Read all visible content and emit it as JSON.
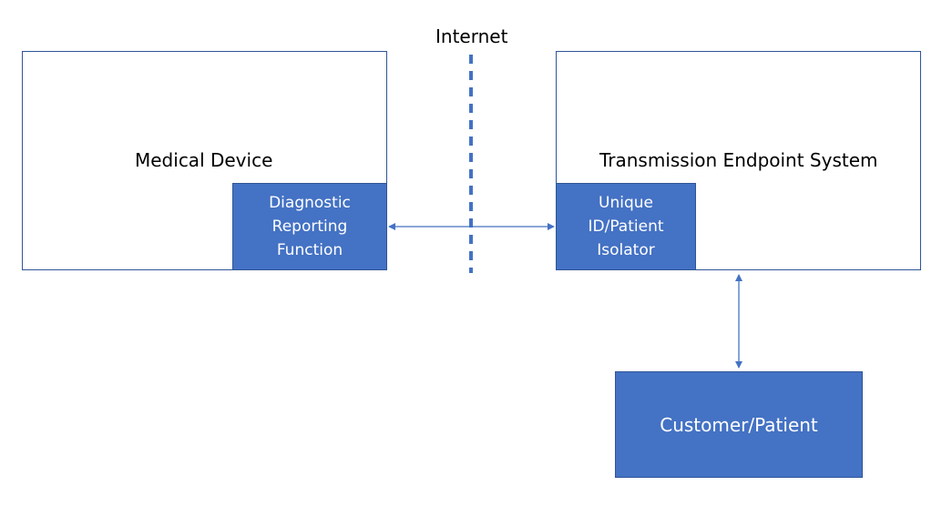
{
  "diagram": {
    "internet_label": "Internet",
    "medical_device": {
      "title": "Medical Device",
      "component": "Diagnostic\nReporting\nFunction"
    },
    "endpoint_system": {
      "title": "Transmission Endpoint System",
      "component": "Unique\nID/Patient\nIsolator"
    },
    "customer": {
      "label": "Customer/Patient"
    }
  },
  "colors": {
    "fill": "#4472c4",
    "stroke": "#2f5597",
    "connector": "#4472c4"
  }
}
